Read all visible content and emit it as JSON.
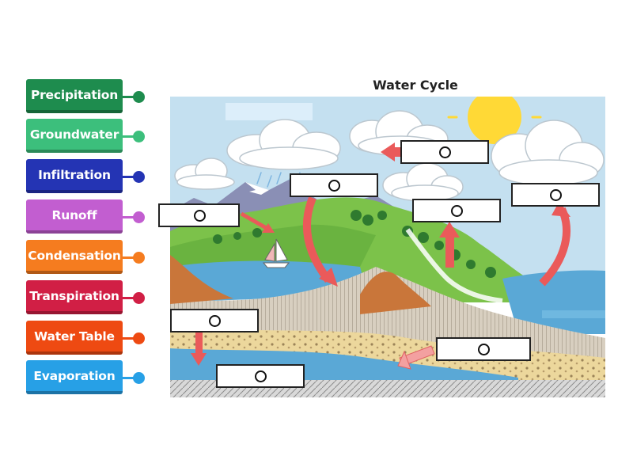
{
  "diagram": {
    "title": "Water Cycle"
  },
  "labels": [
    {
      "id": "precipitation",
      "text": "Precipitation",
      "color": "#1e8c4e"
    },
    {
      "id": "groundwater",
      "text": "Groundwater",
      "color": "#3cbf7c"
    },
    {
      "id": "infiltration",
      "text": "Infiltration",
      "color": "#2434b4"
    },
    {
      "id": "runoff",
      "text": "Runoff",
      "color": "#c25ed0"
    },
    {
      "id": "condensation",
      "text": "Condensation",
      "color": "#f57c1f"
    },
    {
      "id": "transpiration",
      "text": "Transpiration",
      "color": "#d11f45"
    },
    {
      "id": "water-table",
      "text": "Water Table",
      "color": "#ee4a12"
    },
    {
      "id": "evaporation",
      "text": "Evaporation",
      "color": "#27a0e6"
    }
  ],
  "drop_zones": [
    "condensation-area",
    "precipitation-area",
    "evaporation-area",
    "runoff-area",
    "transpiration-area",
    "infiltration-area",
    "groundwater-area",
    "water-table-area"
  ],
  "colors": {
    "sky": "#c4e0f0",
    "sea": "#5aa8d6",
    "land": "#7cc24a",
    "soil": "#ecd79c",
    "arrow": "#ea5a5a",
    "sun": "#ffd936"
  }
}
